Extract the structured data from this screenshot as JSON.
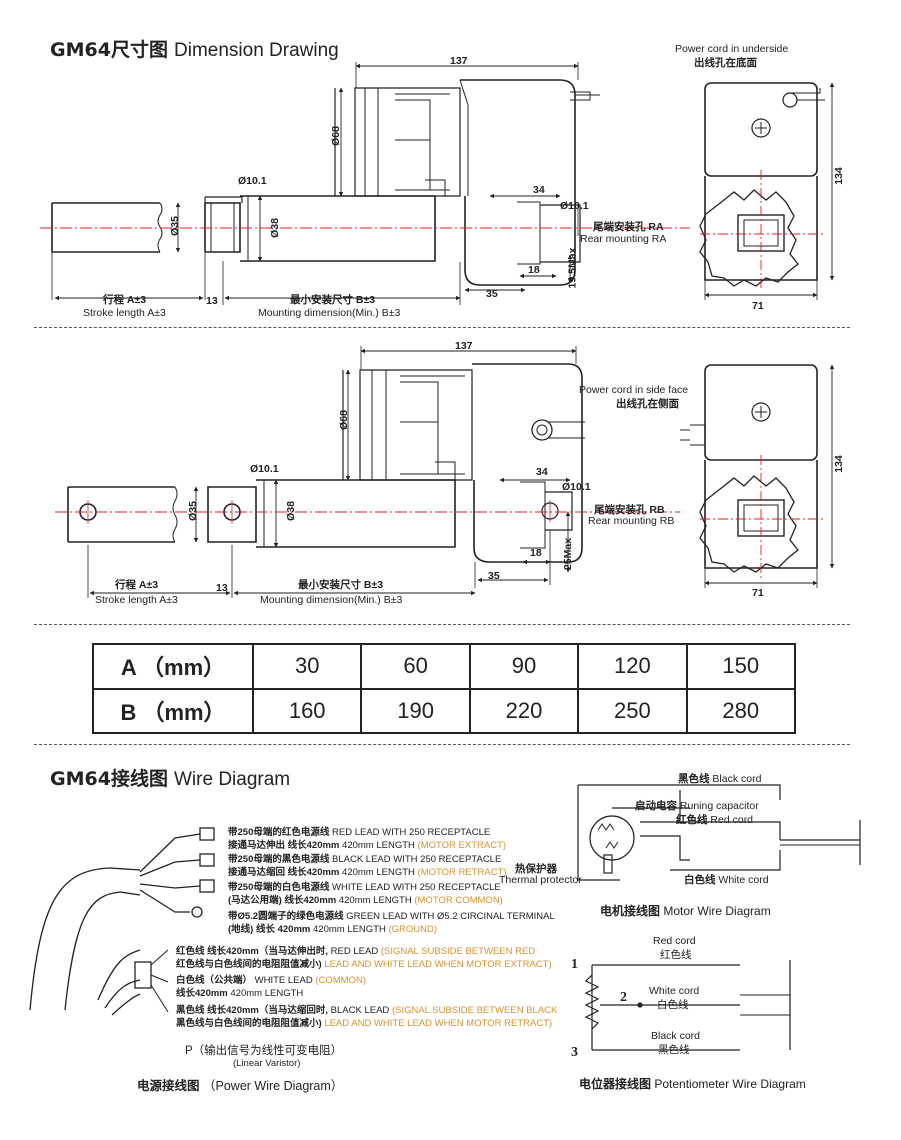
{
  "titles": {
    "dimension_cn": "GM64尺寸图",
    "dimension_en": "Dimension Drawing",
    "wire_cn": "GM64接线图",
    "wire_en": "Wire Diagram"
  },
  "drawing_top": {
    "dim_137": "137",
    "dim_68": "Ø68",
    "dim_101_a": "Ø10.1",
    "dim_35": "Ø35",
    "dim_38": "Ø38",
    "dim_34": "34",
    "dim_101_b": "Ø10.1",
    "dim_18": "18",
    "dim_195": "19.5Max",
    "dim_35b": "35",
    "dim_13": "13",
    "stroke_cn": "行程 A±3",
    "stroke_en": "Stroke length A±3",
    "mount_cn": "最小安装尺寸 B±3",
    "mount_en": "Mounting dimension(Min.) B±3",
    "rear_cn": "尾端安装孔 RA",
    "rear_en": "Rear mounting RA",
    "power_en": "Power cord in underside",
    "power_cn": "出线孔在底面",
    "dim_134": "134",
    "dim_71": "71"
  },
  "drawing_bottom": {
    "dim_137": "137",
    "dim_68": "Ø68",
    "dim_101_a": "Ø10.1",
    "dim_35": "Ø35",
    "dim_38": "Ø38",
    "dim_34": "34",
    "dim_101_b": "Ø10.1",
    "dim_18": "18",
    "dim_25": "25Max",
    "dim_35b": "35",
    "dim_13": "13",
    "stroke_cn": "行程 A±3",
    "stroke_en": "Stroke length A±3",
    "mount_cn": "最小安装尺寸 B±3",
    "mount_en": "Mounting dimension(Min.) B±3",
    "rear_cn": "尾端安装孔 RB",
    "rear_en": "Rear mounting RB",
    "power_en": "Power cord in side face",
    "power_cn": "出线孔在侧面",
    "dim_134": "134",
    "dim_71": "71"
  },
  "table": {
    "row_a_label": "A （mm）",
    "row_b_label": "B （mm）",
    "row_a": [
      "30",
      "60",
      "90",
      "120",
      "150"
    ],
    "row_b": [
      "160",
      "190",
      "220",
      "250",
      "280"
    ]
  },
  "power_wire": {
    "l1_cn": "带250母端的红色电源线",
    "l1_en": "RED LEAD WITH 250 RECEPTACLE",
    "l1b_cn": "接通马达伸出  线长420mm",
    "l1b_en": "420mm LENGTH",
    "l1b_or": "(MOTOR EXTRACT)",
    "l2_cn": "带250母端的黑色电源线",
    "l2_en": "BLACK LEAD WITH 250 RECEPTACLE",
    "l2b_cn": "接通马达缩回  线长420mm",
    "l2b_en": "420mm LENGTH",
    "l2b_or": "(MOTOR RETRACT)",
    "l3_cn": "带250母端的白色电源线",
    "l3_en": "WHITE LEAD WITH 250 RECEPTACLE",
    "l3b_cn": "(马达公用端)  线长420mm",
    "l3b_en": "420mm LENGTH",
    "l3b_or": "(MOTOR COMMON)",
    "l4_cn": "带Ø5.2圆端子的绿色电源线",
    "l4_en": "GREEN LEAD WITH Ø5.2 CIRCINAL TERMINAL",
    "l4b_cn": "(地线)  线长 420mm",
    "l4b_en": "420mm LENGTH",
    "l4b_or": "(GROUND)",
    "s1_cn": "红色线  线长420mm（当马达伸出时,",
    "s1_en": "RED LEAD",
    "s1_or": "(SIGNAL SUBSIDE BETWEEN RED",
    "s1b_cn": "红色线与白色线间的电阻阻值减小)",
    "s1b_or": "LEAD AND WHITE LEAD WHEN MOTOR EXTRACT)",
    "s2_cn": "白色线（公共端）",
    "s2_en": "WHITE LEAD",
    "s2_or": "(COMMON)",
    "s2b_cn": "线长420mm",
    "s2b_en": "420mm LENGTH",
    "s3_cn": "黑色线  线长420mm（当马达缩回时,",
    "s3_en": "BLACK LEAD",
    "s3_or": "(SIGNAL SUBSIDE BETWEEN BLACK",
    "s3b_cn": "黑色线与白色线间的电阻阻值减小)",
    "s3b_or": "LEAD AND WHITE LEAD WHEN MOTOR RETRACT)",
    "p_cn": "P（输出信号为线性可变电阻）",
    "p_en": "(Linear Varistor)",
    "caption_cn": "电源接线图",
    "caption_en": "（Power Wire Diagram）"
  },
  "motor_wire": {
    "black_cn": "黑色线",
    "black_en": "Black cord",
    "cap_cn": "启动电容",
    "cap_en": "Runing capacitor",
    "red_cn": "红色线",
    "red_en": "Red cord",
    "thermal_cn": "热保护器",
    "thermal_en": "Thermal protector",
    "white_cn": "白色线",
    "white_en": "White cord",
    "caption_cn": "电机接线图",
    "caption_en": "Motor Wire Diagram"
  },
  "pot_wire": {
    "red_en": "Red cord",
    "red_cn": "红色线",
    "white_en": "White cord",
    "white_cn": "白色线",
    "black_en": "Black cord",
    "black_cn": "黑色线",
    "n1": "1",
    "n2": "2",
    "n3": "3",
    "caption_cn": "电位器接线图",
    "caption_en": "Potentiometer Wire Diagram"
  }
}
